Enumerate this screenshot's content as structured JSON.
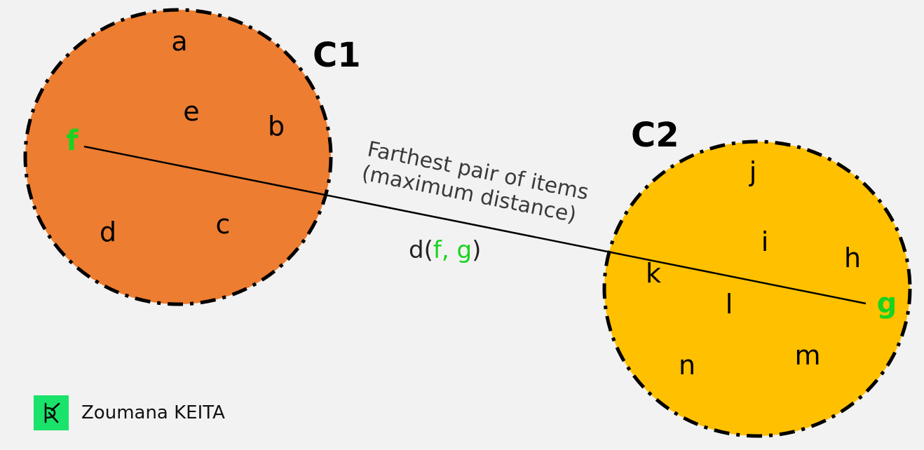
{
  "clusters": [
    {
      "label": "C1",
      "fill": "#ed7d31",
      "points": [
        "a",
        "e",
        "b",
        "d",
        "c"
      ],
      "endpoint": "f"
    },
    {
      "label": "C2",
      "fill": "#ffc000",
      "points": [
        "j",
        "i",
        "h",
        "k",
        "l",
        "n",
        "m"
      ],
      "endpoint": "g"
    }
  ],
  "annotation": {
    "line1": "Farthest pair of items",
    "line2": "(maximum distance)"
  },
  "distance": {
    "prefix": "d(",
    "arg1": "f",
    "sep": ", ",
    "arg2": "g",
    "suffix": ")"
  },
  "credit": {
    "logo": "data-science-logo-icon",
    "author": "Zoumana KEITA"
  },
  "colors": {
    "background": "#f2f2f2",
    "cluster1": "#ed7d31",
    "cluster2": "#ffc000",
    "endpoint": "#19d31e",
    "logo": "#19e36a"
  }
}
